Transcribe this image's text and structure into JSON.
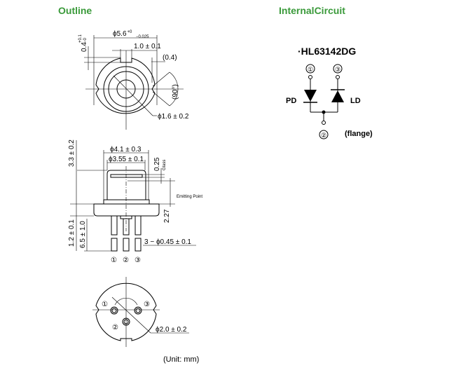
{
  "headings": {
    "outline": "Outline",
    "internal_circuit": "InternalCircuit"
  },
  "top_view": {
    "diameter": "ϕ5.6",
    "diameter_tol_upper": "+0",
    "diameter_tol_lower": "−0.025",
    "notch_depth": "0.4",
    "notch_depth_tol_upper": "+0.1",
    "notch_depth_tol_lower": "−0",
    "notch_width": "1.0 ± 0.1",
    "side_offset": "(0.4)",
    "angle": "(90°)",
    "window_diameter": "ϕ1.6 ± 0.2"
  },
  "side_view": {
    "cap_diameter": "ϕ4.1 ± 0.3",
    "inner_diameter": "ϕ3.55 ± 0.1",
    "glass_thickness": "0.25",
    "glass_label": "Glass",
    "emitting_point": "Emitting Point",
    "emitting_height": "2.27",
    "total_height": "3.3 ± 0.2",
    "flange_height": "1.2 ± 0.1",
    "lead_length": "6.5 ± 1.0",
    "lead_diameter": "3 − ϕ0.45 ± 0.1",
    "pin_labels": [
      "①",
      "②",
      "③"
    ]
  },
  "bottom_view": {
    "pin_labels": [
      "①",
      "②",
      "③"
    ],
    "pitch_circle": "ϕ2.0 ± 0.2"
  },
  "unit": "(Unit: mm)",
  "circuit": {
    "part_number": "·HL63142DG",
    "pins": [
      "①",
      "③",
      "②"
    ],
    "pd_label": "PD",
    "ld_label": "LD",
    "flange_label": "(flange)"
  }
}
